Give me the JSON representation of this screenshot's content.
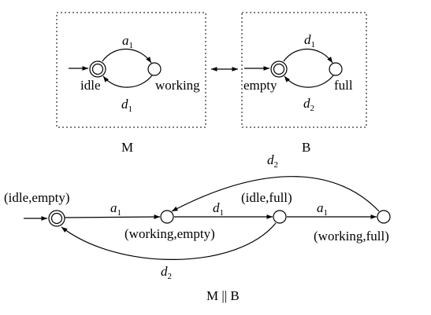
{
  "automaton_m": {
    "caption": "M",
    "states": {
      "initial": "idle",
      "other": "working"
    },
    "transitions": {
      "top": {
        "event": "a",
        "index": "1"
      },
      "bottom": {
        "event": "d",
        "index": "1"
      }
    }
  },
  "automaton_b": {
    "caption": "B",
    "states": {
      "initial": "empty",
      "other": "full"
    },
    "transitions": {
      "top": {
        "event": "d",
        "index": "1"
      },
      "bottom": {
        "event": "d",
        "index": "2"
      }
    }
  },
  "composition": {
    "caption": "M || B",
    "states": {
      "s1": "(idle,empty)",
      "s2": "(working,empty)",
      "s3": "(idle,full)",
      "s4": "(working,full)"
    },
    "transitions": {
      "s1_s2": {
        "event": "a",
        "index": "1"
      },
      "s2_s3": {
        "event": "d",
        "index": "1"
      },
      "s3_s4": {
        "event": "a",
        "index": "1"
      },
      "s4_s2": {
        "event": "d",
        "index": "2"
      },
      "s3_s1": {
        "event": "d",
        "index": "2"
      }
    }
  }
}
